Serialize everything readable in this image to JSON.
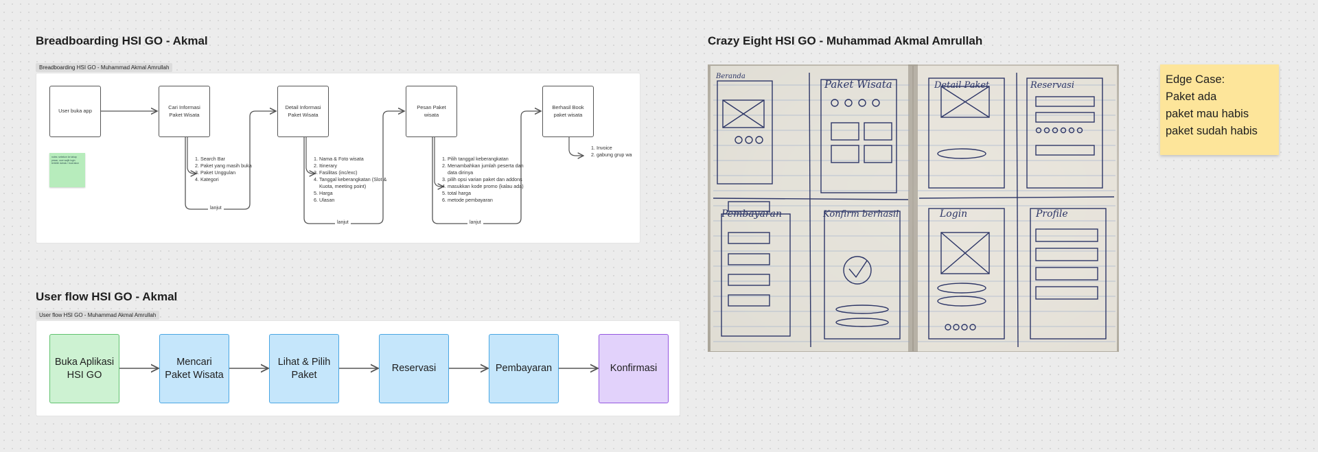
{
  "breadboarding": {
    "title": "Breadboarding HSI GO - Akmal",
    "frame_label": "Breadboarding HSI GO - Muhammad Akmal Amrullah",
    "boxes": [
      "User buka app",
      "Cari Informasi Paket Wisata",
      "Detail Informasi Paket Wisata",
      "Pesan Paket wisata",
      "Berhasil Book paket wisata"
    ],
    "list_cari": [
      "Search Bar",
      "Paket yang masih buka",
      "Paket Unggulan",
      "Kategori"
    ],
    "list_detail": [
      "Nama & Foto wisata",
      "Itinerary",
      "Fasilitas (inc/exc)",
      "Tanggal keberangkatan (Slot & Kuota, meeting point)",
      "Harga",
      "Ulasan"
    ],
    "list_pesan": [
      "Pilih tanggal keberangkatan",
      "Menambahkan jumlah peserta dan data dirinya",
      "pilih opsi varian paket dan addons",
      "masukkan kode promo (kalau ada)",
      "total harga",
      "metode pembayaran"
    ],
    "list_berhasil": [
      "Invoice",
      "gabung grup wa"
    ],
    "lanjut_label": "lanjut",
    "sticky_note": "notes: sebelum ke tahap pesan, user wajib login terlebih dahulu / buat akun"
  },
  "userflow": {
    "title": "User flow HSI GO - Akmal",
    "frame_label": "User flow HSI GO - Muhammad Akmal Amrullah",
    "steps": [
      {
        "label": "Buka Aplikasi HSI GO",
        "color": "green"
      },
      {
        "label": "Mencari Paket Wisata",
        "color": "blue"
      },
      {
        "label": "Lihat & Pilih Paket",
        "color": "blue"
      },
      {
        "label": "Reservasi",
        "color": "blue"
      },
      {
        "label": "Pembayaran",
        "color": "blue"
      },
      {
        "label": "Konfirmasi",
        "color": "purple"
      }
    ]
  },
  "crazy_eight": {
    "title": "Crazy Eight HSI GO - Muhammad Akmal Amrullah",
    "sketch_labels": [
      "Beranda",
      "Paket Wisata",
      "Detail Paket",
      "Reservasi",
      "Pembayaran",
      "Konfirm berhasil",
      "Login",
      "Profile"
    ]
  },
  "edge_case": {
    "title": "Edge Case:",
    "lines": [
      "Paket ada",
      "paket mau habis",
      "paket sudah habis"
    ]
  },
  "colors": {
    "canvas": "#ececec",
    "green_fill": "#cdf2d2",
    "blue_fill": "#c5e6fb",
    "purple_fill": "#e2d2fb",
    "sticky_yellow": "#fde59a"
  }
}
